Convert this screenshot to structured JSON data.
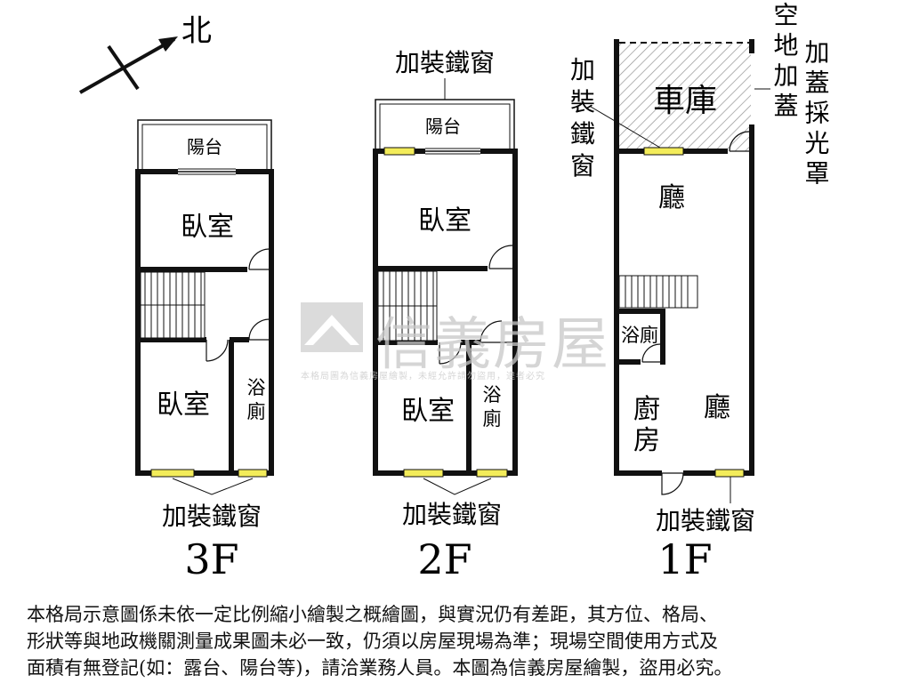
{
  "compass": {
    "label": "北"
  },
  "floors": [
    {
      "id": "3f",
      "label": "3F",
      "balcony": "陽台",
      "room_upper": "臥室",
      "room_lower": "臥室",
      "bath": [
        "浴",
        "廁"
      ],
      "window_note": "加裝鐵窗"
    },
    {
      "id": "2f",
      "label": "2F",
      "balcony": "陽台",
      "room_upper": "臥室",
      "room_lower": "臥室",
      "bath": [
        "浴",
        "廁"
      ],
      "window_note_top": "加裝鐵窗",
      "window_note": "加裝鐵窗"
    },
    {
      "id": "1f",
      "label": "1F",
      "garage": "車庫",
      "hall_upper": "廳",
      "hall_lower": "廳",
      "bath": "浴廁",
      "kitchen": [
        "廚",
        "房"
      ],
      "window_note_side": [
        "加",
        "裝",
        "鐵",
        "窗"
      ],
      "skylight_note": [
        "空地加蓋",
        "加蓋採光罩"
      ],
      "window_note": "加裝鐵窗"
    }
  ],
  "watermark": {
    "brand": "信義房屋",
    "small": "本格局圖為信義房屋繪製，未經允許請勿盜用，違者必究"
  },
  "disclaimer": {
    "line1": "本格局示意圖係未依一定比例縮小繪製之概繪圖，與實況仍有差距，其方位、格局、",
    "line2": "形狀等與地政機關測量成果圖未必一致，仍須以房屋現場為準；現場空間使用方式及",
    "line3": "面積有無登記(如：露台、陽台等)，請洽業務人員。本圖為信義房屋繪製，盜用必究。"
  },
  "colors": {
    "wall": "#111111",
    "window": "#f3ec5a",
    "garage_hatch": "#bdbdbd",
    "watermark": "#c8c8c8"
  }
}
